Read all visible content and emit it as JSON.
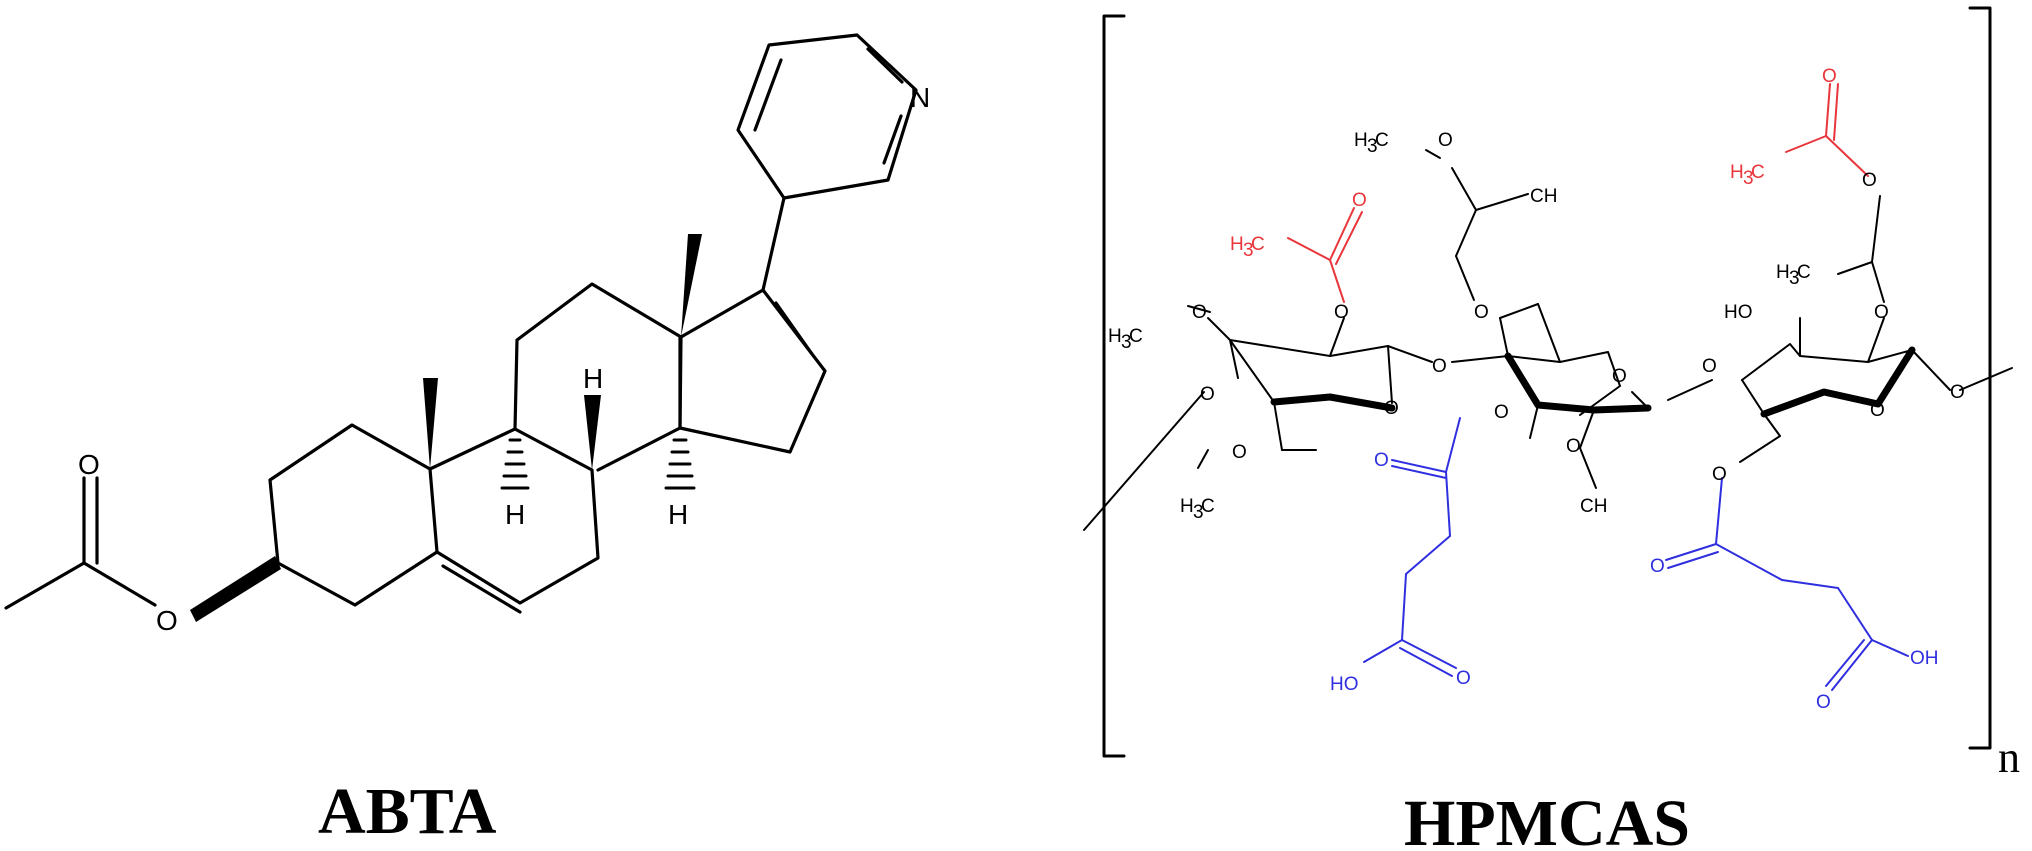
{
  "abta": {
    "caption": "ABTA",
    "atoms": {
      "ring_n": "N",
      "h_a": "H",
      "h_b": "H",
      "h_c": "H",
      "ester_o": "O",
      "carbonyl_o": "O"
    }
  },
  "hpmcas": {
    "caption": "HPMCAS",
    "repeat_subscript": "n",
    "ch3_h": "H",
    "ch3_3": "3",
    "ch3_c": "C",
    "ch3_tail": "CH",
    "oxygen": "O",
    "ho": "HO",
    "oh": "OH",
    "colors": {
      "acetyl": "#e8363b",
      "succinyl": "#2f2fe0",
      "backbone": "#000000"
    }
  }
}
